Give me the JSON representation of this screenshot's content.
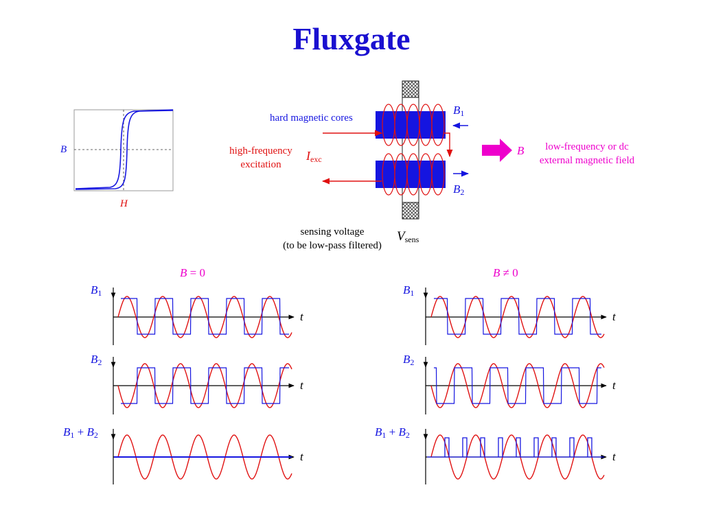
{
  "title": "Fluxgate",
  "colors": {
    "blue": "#1515e0",
    "red": "#e01010",
    "magenta": "#ee00cc",
    "core": "#1515e0"
  },
  "hysteresis": {
    "y_label": "B",
    "x_label": "H"
  },
  "sensor": {
    "cores_label": "hard magnetic cores",
    "excitation_label_1": "high-frequency",
    "excitation_label_2": "excitation",
    "iexc_main": "I",
    "iexc_sub": "exc",
    "b1_main": "B",
    "b1_sub": "1",
    "b2_main": "B",
    "b2_sub": "2",
    "field_symbol": "B",
    "field_label_1": "low-frequency or dc",
    "field_label_2": "external magnetic field",
    "sensing_label_1": "sensing voltage",
    "sensing_label_2": "(to be low-pass filtered)",
    "vsens_main": "V",
    "vsens_sub": "sens"
  },
  "waveforms": {
    "left_header_sym": "B",
    "left_header_rest": " = 0",
    "right_header_sym": "B",
    "right_header_rest": " ≠ 0",
    "t_label": "t",
    "row_b1_main": "B",
    "row_b1_sub": "1",
    "row_b2_main": "B",
    "row_b2_sub": "2",
    "row_sum_a": "B",
    "row_sum_a_sub": "1",
    "row_sum_plus": " + ",
    "row_sum_b": "B",
    "row_sum_b_sub": "2"
  }
}
